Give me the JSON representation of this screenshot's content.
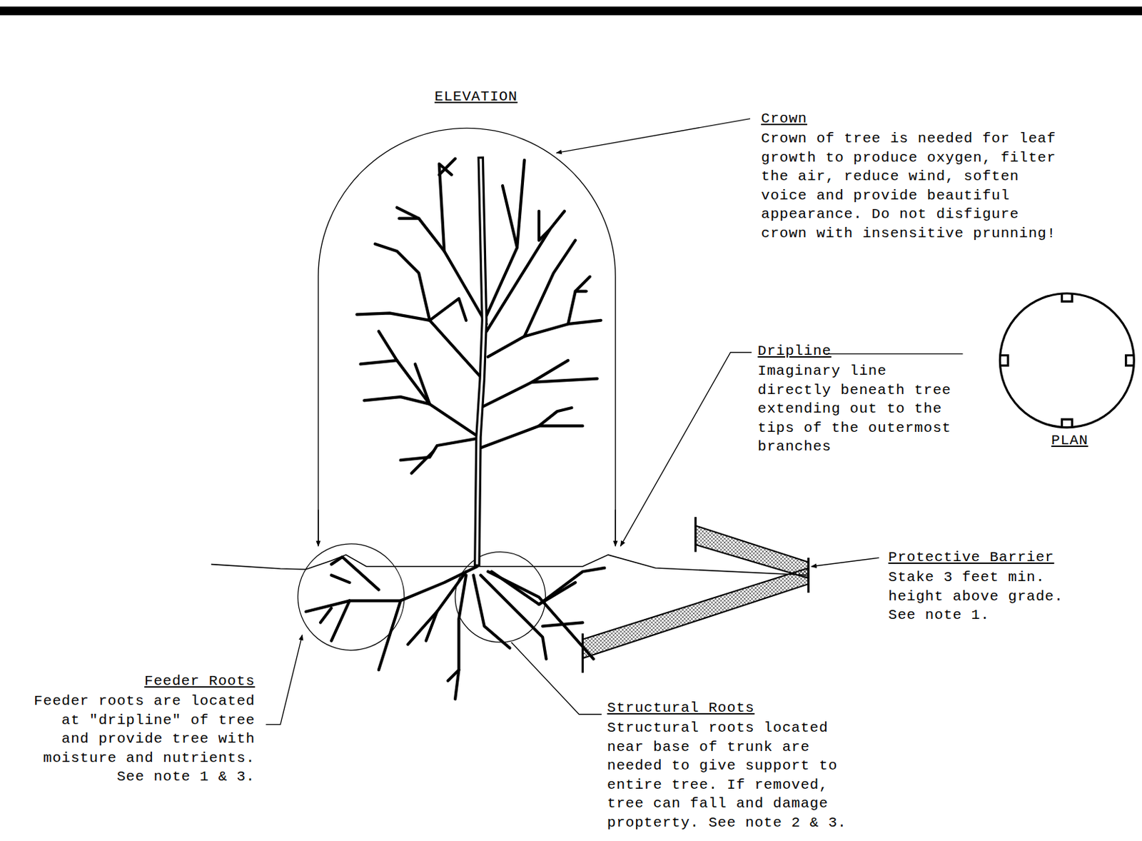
{
  "diagram": {
    "labels": [
      "ELEVATION",
      "Crown",
      "Crown of tree is needed for leaf growth to produce oxygen, filter the air, reduce wind, soften voice and provide beautiful appearance. Do not disfigure crown with insensitive prunning!",
      "Dripline",
      "Imaginary line directly beneath tree extending out to the tips of the outermost branches",
      "PLAN",
      "Protective Barrier",
      "Stake 3 feet min. height above grade. See note 1.",
      "Feeder Roots",
      "Feeder roots are located at \"dripline\" of tree and provide tree with moisture and nutrients. See note 1 & 3.",
      "Structural Roots",
      "Structural roots located near base of trunk are needed to give support to entire tree. If removed, tree can fall and damage propterty. See note 2 & 3."
    ]
  }
}
